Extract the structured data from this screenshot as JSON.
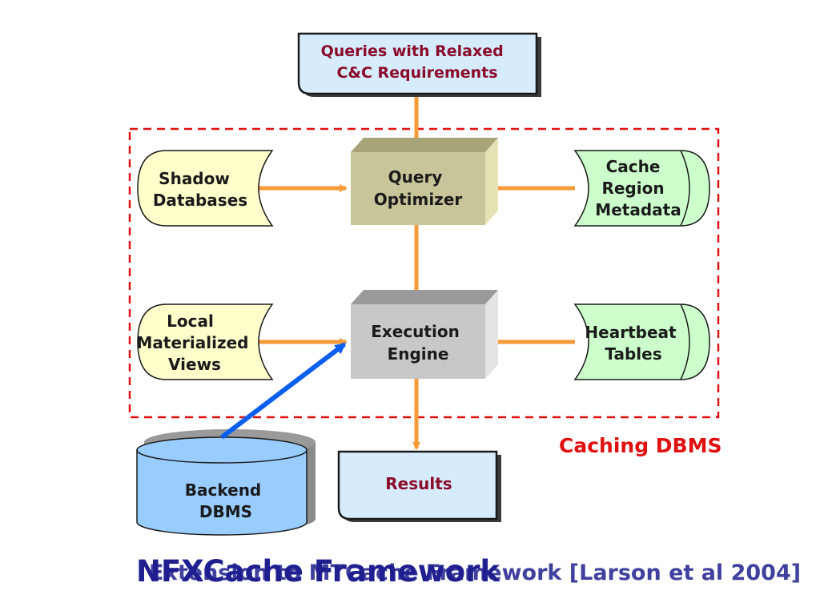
{
  "nodes": {
    "queries": {
      "lines": [
        "Queries with Relaxed",
        "C&C Requirements"
      ]
    },
    "optimizer": {
      "lines": [
        "Query",
        "Optimizer"
      ]
    },
    "engine": {
      "lines": [
        "Execution",
        "Engine"
      ]
    },
    "shadow": {
      "lines": [
        "Shadow",
        "Databases"
      ]
    },
    "local_views": {
      "lines": [
        "Local",
        "Materialized",
        "Views"
      ]
    },
    "cache_meta": {
      "lines": [
        "Cache",
        "Region",
        "Metadata"
      ]
    },
    "heartbeat": {
      "lines": [
        "Heartbeat",
        "Tables"
      ]
    },
    "backend": {
      "lines": [
        "Backend",
        "DBMS"
      ]
    },
    "results": {
      "lines": [
        "Results"
      ]
    }
  },
  "region_label": "Caching DBMS",
  "title_overlay_back": "NFXCache Framework",
  "title_overlay_front": "Extension to MTCache Framework [Larson et al 2004]",
  "colors": {
    "arrow": "#f79a38",
    "arrow_blue": "#0a5ff0",
    "region_border": "#e01010",
    "node_text": "#8b0a2a",
    "dark_text": "#1a1a1a",
    "title": "#1f1f8f",
    "doc_fill": "#d6ecfc",
    "optimizer_fill": "#c9c59b",
    "engine_fill": "#c8c8c8",
    "yellow_store": "#ffffcc",
    "green_store": "#ccffcc",
    "cylinder": "#99ccff"
  }
}
